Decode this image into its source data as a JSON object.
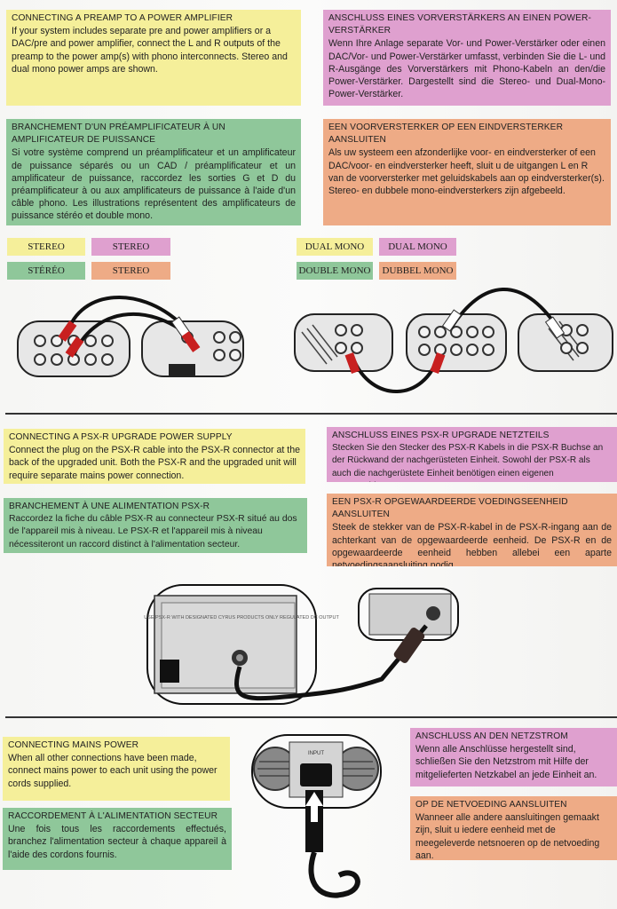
{
  "section1": {
    "en": {
      "title": "CONNECTING A PREAMP TO A POWER AMPLIFIER",
      "body": "If your system includes separate pre and power amplifiers or a DAC/pre and power amplifier, connect the L and R outputs of the preamp to the power amp(s) with phono interconnects. Stereo and dual mono power amps are shown."
    },
    "de": {
      "title": "ANSCHLUSS EINES VORVERSTÄRKERS AN EINEN POWER-VERSTÄRKER",
      "body": "Wenn Ihre Anlage separate Vor- und Power-Verstärker oder einen DAC/Vor- und Power-Verstärker umfasst, verbinden Sie die L- und R-Ausgänge des Vorverstärkers mit Phono-Kabeln an den/die Power-Verstärker. Dargestellt sind die Stereo- und Dual-Mono-Power-Verstärker."
    },
    "fr": {
      "title": "BRANCHEMENT D'UN PRÉAMPLIFICATEUR À UN AMPLIFICATEUR DE PUISSANCE",
      "body": "Si votre système comprend un préamplificateur et un amplificateur de puissance séparés ou un CAD / préamplificateur et un amplificateur de puissance, raccordez les sorties G et D du préamplificateur à ou aux amplificateurs de puissance à l'aide d'un câble phono. Les illustrations représentent des amplificateurs de puissance stéréo et double mono."
    },
    "nl": {
      "title": "EEN VOORVERSTERKER OP EEN EINDVERSTERKER AANSLUITEN",
      "body": "Als uw systeem een afzonderlijke voor- en eindversterker of een DAC/voor- en eindversterker heeft, sluit u de uitgangen L en R van de voorversterker met geluidskabels aan op eindversterker(s). Stereo- en dubbele mono-eindversterkers zijn afgebeeld."
    },
    "tags": {
      "stereo_en": "STEREO",
      "stereo_de": "STEREO",
      "stereo_fr": "STÉRÉO",
      "stereo_nl": "STEREO",
      "dual_en": "DUAL MONO",
      "dual_de": "DUAL MONO",
      "dual_fr": "DOUBLE MONO",
      "dual_nl": "DUBBEL MONO"
    }
  },
  "section2": {
    "en": {
      "title": "CONNECTING A PSX-R UPGRADE POWER SUPPLY",
      "body": "Connect the plug on the PSX-R cable into the PSX-R connector at the back of the upgraded unit. Both the PSX-R and the upgraded unit will require separate mains power connection."
    },
    "de": {
      "title": "ANSCHLUSS EINES PSX-R UPGRADE NETZTEILS",
      "body": "Stecken Sie den Stecker des PSX-R Kabels in die PSX-R Buchse an der Rückwand der nachgerüsteten Einheit. Sowohl der PSX-R als auch die nachgerüstete Einheit benötigen einen eigenen Netzanschluss."
    },
    "fr": {
      "title": "BRANCHEMENT À UNE ALIMENTATION PSX-R",
      "body": "Raccordez la fiche du câble PSX-R au connecteur PSX-R situé au dos de l'appareil mis à niveau. Le PSX-R et l'appareil mis à niveau nécessiteront un raccord distinct à l'alimentation secteur."
    },
    "nl": {
      "title": "EEN PSX-R OPGEWAARDEERDE VOEDINGSEENHEID AANSLUITEN",
      "body": "Steek de stekker van de PSX-R-kabel in de PSX-R-ingang aan de achterkant van de opgewaardeerde eenheid. De PSX-R en de opgewaardeerde eenheid hebben allebei een aparte netvoedingsaansluiting nodig."
    },
    "panel": {
      "label": "USE PSX-R WITH DESIGNATED CYRUS PRODUCTS ONLY REGULATED DC OUTPUT"
    }
  },
  "section3": {
    "en": {
      "title": "CONNECTING MAINS POWER",
      "body": "When all other connections have been made, connect mains power to each unit using the power cords supplied."
    },
    "de": {
      "title": "ANSCHLUSS AN DEN NETZSTROM",
      "body": "Wenn alle Anschlüsse hergestellt sind, schließen Sie den Netzstrom mit Hilfe der mitgelieferten Netzkabel an jede Einheit an."
    },
    "fr": {
      "title": "RACCORDEMENT À L'ALIMENTATION SECTEUR",
      "body": "Une fois tous les raccordements effectués, branchez l'alimentation secteur à chaque appareil à l'aide des cordons fournis."
    },
    "nl": {
      "title": "OP DE NETVOEDING AANSLUITEN",
      "body": "Wanneer alle andere aansluitingen gemaakt zijn, sluit u iedere eenheid met de meegeleverde netsnoeren op de netvoeding aan."
    },
    "panel": {
      "label": "INPUT"
    }
  },
  "colors": {
    "yellow": "#f5ef9a",
    "pink": "#dfa0cf",
    "green": "#8fc79a",
    "orange": "#eeab86"
  }
}
